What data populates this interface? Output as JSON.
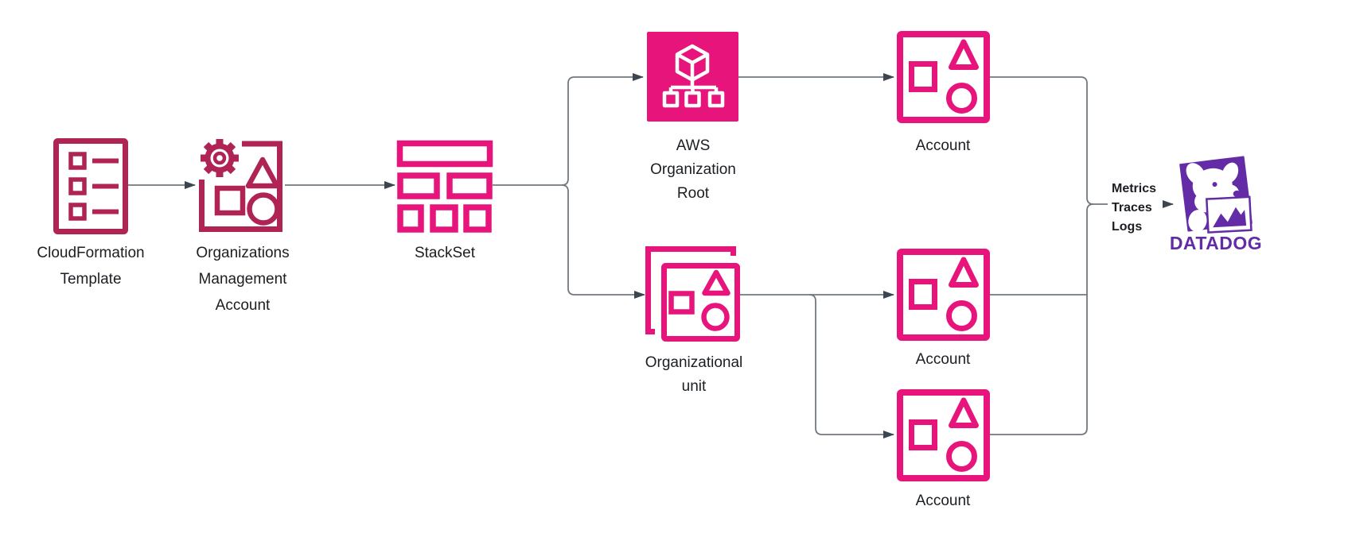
{
  "colors": {
    "aws_pink": "#E7157B",
    "aws_crimson": "#B02355",
    "datadog_purple": "#632CA6",
    "connector_line": "#71787F",
    "arrowhead": "#3C4650",
    "label_text": "#1B1E22"
  },
  "nodes": {
    "cloudformation_template": {
      "lines": [
        "CloudFormation",
        "Template"
      ]
    },
    "org_management_account": {
      "lines": [
        "Organizations",
        "Management",
        "Account"
      ]
    },
    "stackset": {
      "lines": [
        "StackSet"
      ]
    },
    "aws_organization_root": {
      "lines": [
        "AWS",
        "Organization",
        "Root"
      ]
    },
    "organizational_unit": {
      "lines": [
        "Organizational",
        "unit"
      ]
    },
    "account_top": {
      "label": "Account"
    },
    "account_middle": {
      "label": "Account"
    },
    "account_bottom": {
      "label": "Account"
    }
  },
  "flow_labels": {
    "line1": "Metrics",
    "line2": "Traces",
    "line3": "Logs"
  },
  "datadog": {
    "wordmark": "DATADOG"
  }
}
